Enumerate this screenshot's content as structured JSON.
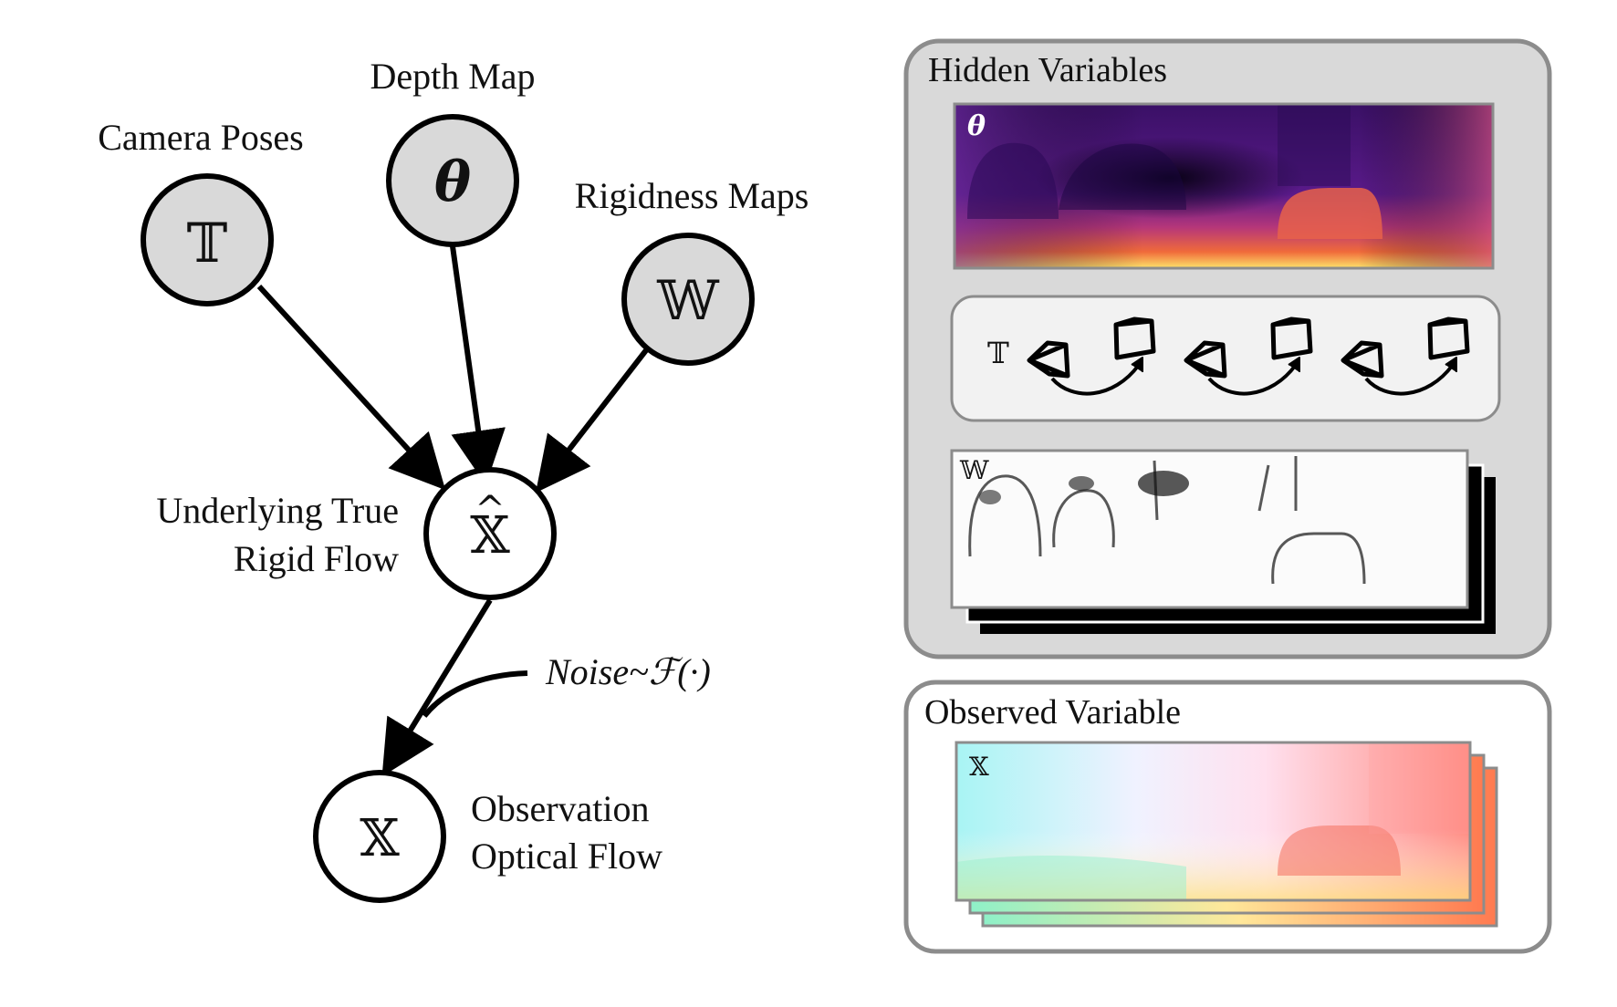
{
  "nodes": {
    "camera": {
      "label": "Camera Poses",
      "symbol": "𝕋"
    },
    "depth": {
      "label": "Depth Map",
      "symbol": "θ"
    },
    "rigidness": {
      "label": "Rigidness Maps",
      "symbol": "𝕎"
    },
    "true_flow": {
      "label_line1": "Underlying True",
      "label_line2": "Rigid Flow",
      "symbol": "𝕏",
      "hat": "^"
    },
    "observation": {
      "label_line1": "Observation",
      "label_line2": "Optical Flow",
      "symbol": "𝕏"
    }
  },
  "noise": {
    "label": "Noise~ℱ(·)"
  },
  "hidden_panel": {
    "title": "Hidden Variables",
    "depth_tag": "θ",
    "pose_tag": "𝕋",
    "rigidness_tag": "𝕎"
  },
  "observed_panel": {
    "title": "Observed Variable",
    "flow_tag": "𝕏"
  },
  "colors": {
    "hidden_node_fill": "#d9d9d9",
    "panel_fill": "#d9d9d9",
    "panel_stroke": "#8c8c8c",
    "stroke": "#000000"
  }
}
